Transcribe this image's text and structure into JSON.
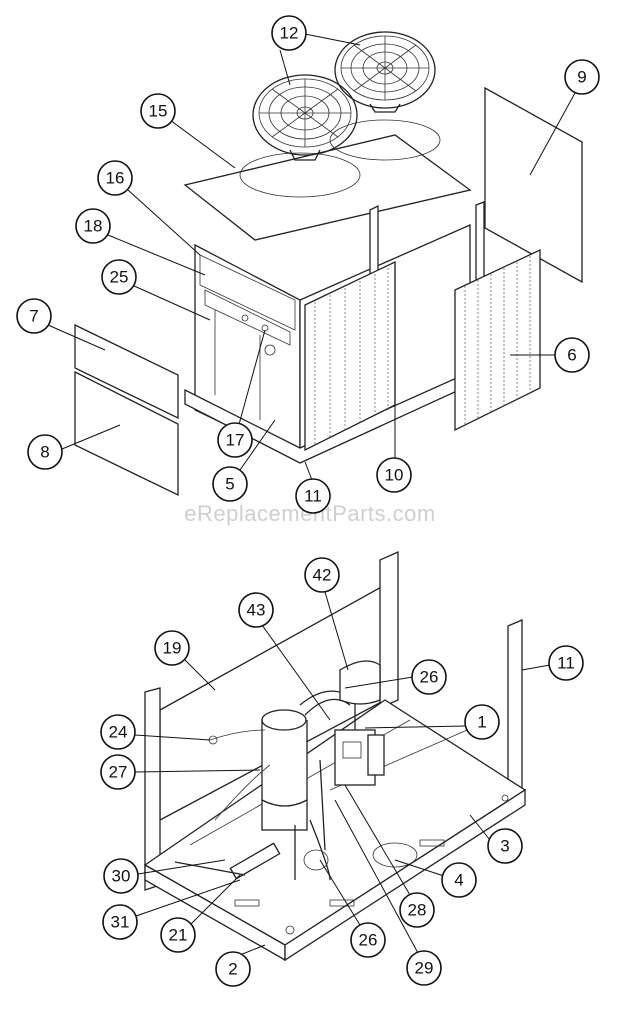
{
  "watermark": "eReplacementParts.com",
  "callouts": [
    {
      "id": "c1",
      "label": "1"
    },
    {
      "id": "c2",
      "label": "2"
    },
    {
      "id": "c3",
      "label": "3"
    },
    {
      "id": "c4",
      "label": "4"
    },
    {
      "id": "c5",
      "label": "5"
    },
    {
      "id": "c6",
      "label": "6"
    },
    {
      "id": "c7",
      "label": "7"
    },
    {
      "id": "c8",
      "label": "8"
    },
    {
      "id": "c9",
      "label": "9"
    },
    {
      "id": "c10",
      "label": "10"
    },
    {
      "id": "c11a",
      "label": "11"
    },
    {
      "id": "c11b",
      "label": "11"
    },
    {
      "id": "c12",
      "label": "12"
    },
    {
      "id": "c15",
      "label": "15"
    },
    {
      "id": "c16",
      "label": "16"
    },
    {
      "id": "c17",
      "label": "17"
    },
    {
      "id": "c18",
      "label": "18"
    },
    {
      "id": "c19",
      "label": "19"
    },
    {
      "id": "c21",
      "label": "21"
    },
    {
      "id": "c24",
      "label": "24"
    },
    {
      "id": "c25",
      "label": "25"
    },
    {
      "id": "c26a",
      "label": "26"
    },
    {
      "id": "c26b",
      "label": "26"
    },
    {
      "id": "c27",
      "label": "27"
    },
    {
      "id": "c28",
      "label": "28"
    },
    {
      "id": "c29",
      "label": "29"
    },
    {
      "id": "c30",
      "label": "30"
    },
    {
      "id": "c31",
      "label": "31"
    },
    {
      "id": "c42",
      "label": "42"
    },
    {
      "id": "c43",
      "label": "43"
    }
  ]
}
